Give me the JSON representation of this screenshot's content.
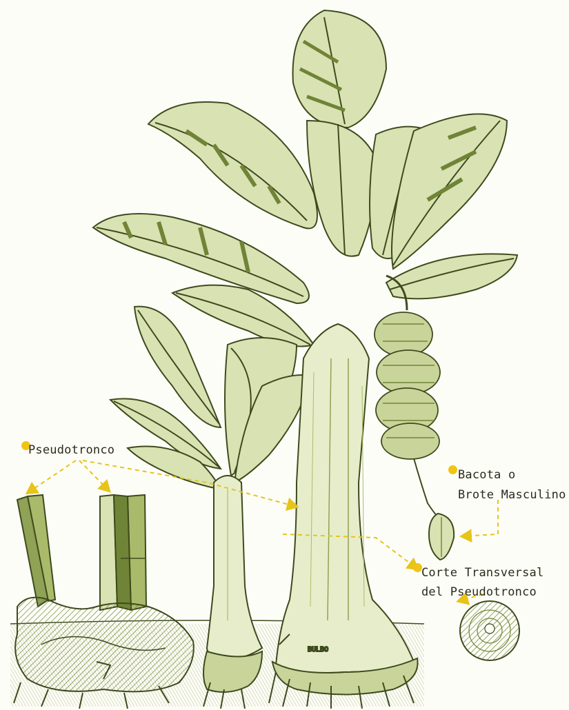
{
  "labels": {
    "pseudotronco": "Pseudotronco",
    "bacota_line1": "Bacota o",
    "bacota_line2": "Brote Masculino",
    "corte_line1": "Corte Transversal",
    "corte_line2": "del Pseudotronco"
  },
  "sketch_text": {
    "bulbo": "BULBO"
  },
  "colors": {
    "marker": "#f0c417",
    "arrow": "#e6c419",
    "ink": "#3d4a1d",
    "fill_light": "#d9e2b3",
    "fill_mid": "#a9bb6a",
    "fill_dark": "#6f8436",
    "ground": "#8fa255"
  }
}
